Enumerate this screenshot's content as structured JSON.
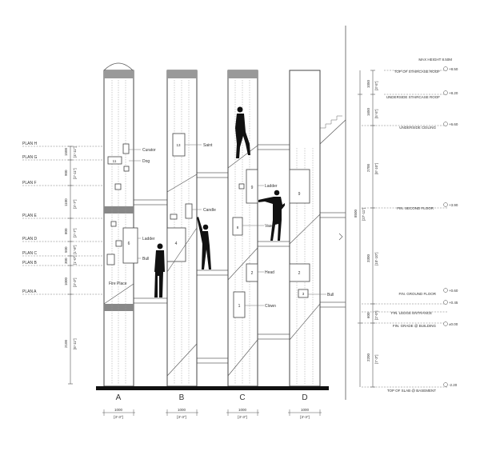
{
  "plans": [
    {
      "label": "PLAN H",
      "dim": "1500",
      "imp": "[4'-11\"]"
    },
    {
      "label": "PLAN G",
      "dim": "900",
      "imp": "[2'-11\"]"
    },
    {
      "label": "PLAN F",
      "dim": "1100",
      "imp": "[3'-7\"]"
    },
    {
      "label": "PLAN E",
      "dim": "800",
      "imp": "[2'-7\"]"
    },
    {
      "label": "PLAN D",
      "dim": "500",
      "imp": "[1'-8\"]"
    },
    {
      "label": "PLAN C",
      "dim": "300",
      "imp": "[1'-0\"]"
    },
    {
      "label": "PLAN B",
      "dim": "1000",
      "imp": "[3'-3\"]"
    },
    {
      "label": "PLAN A",
      "dim": "2100",
      "imp": "[6'-11\"]"
    }
  ],
  "columns": [
    "A",
    "B",
    "C",
    "D"
  ],
  "column_widths": [
    {
      "dim": "1000",
      "imp": "[3'-3\"]"
    },
    {
      "dim": "1000",
      "imp": "[3'-3\"]"
    },
    {
      "dim": "1000",
      "imp": "[3'-3\"]"
    },
    {
      "dim": "1000",
      "imp": "[3'-3\"]"
    }
  ],
  "object_labels": {
    "curator": "Curator",
    "dog": "Dog",
    "saint": "Saint",
    "ladder_c": "Ladder",
    "candle": "Candle",
    "ladder_a": "Ladder",
    "vase": "Vase",
    "bull_a": "Bull",
    "head": "Head",
    "fire_place": "Fire Place",
    "clown": "Clown",
    "bull_d": "Bull"
  },
  "box_numbers": {
    "a1": "11",
    "a2": "6",
    "b1": "13",
    "b2": "4",
    "c1": "9",
    "c2": "8",
    "c3": "2",
    "c4": "1",
    "d1": "9",
    "d2": "2",
    "d3": "3"
  },
  "levels": [
    {
      "label": "MAX HEIGHT 8.50M",
      "value": ""
    },
    {
      "label": "TOP OF STAIRCASE ROOF",
      "value": "+8.50"
    },
    {
      "label": "UNDERSIDE STAIRCASE ROOF",
      "value": "+8.20"
    },
    {
      "label": "UNDERSIDE CEILING",
      "value": "+6.60"
    },
    {
      "label": "FIN. SECOND FLOOR",
      "value": "+3.90"
    },
    {
      "label": "FIN. GROUND FLOOR",
      "value": "+0.60"
    },
    {
      "label": "FIN. LEDGE ENTRANCE",
      "value": "+0.45"
    },
    {
      "label": "FIN. GRADE @ BUILDING",
      "value": "±0.00"
    },
    {
      "label": "TOP OF SLAB @ BASEMENT",
      "value": "-2.20"
    }
  ],
  "level_dims": [
    {
      "dim": "1050",
      "imp": "[3'-5\"]"
    },
    {
      "dim": "1650",
      "imp": "[5'-5\"]"
    },
    {
      "dim": "2700",
      "imp": "[8'-10\"]"
    },
    {
      "dim": "3300",
      "imp": "[10'-10\"]"
    },
    {
      "dim": "600",
      "imp": "[2'-0\"]"
    },
    {
      "dim": "2200",
      "imp": "[7'-3\"]"
    },
    {
      "dim": "8500",
      "imp": "[27'-11\"]"
    }
  ]
}
